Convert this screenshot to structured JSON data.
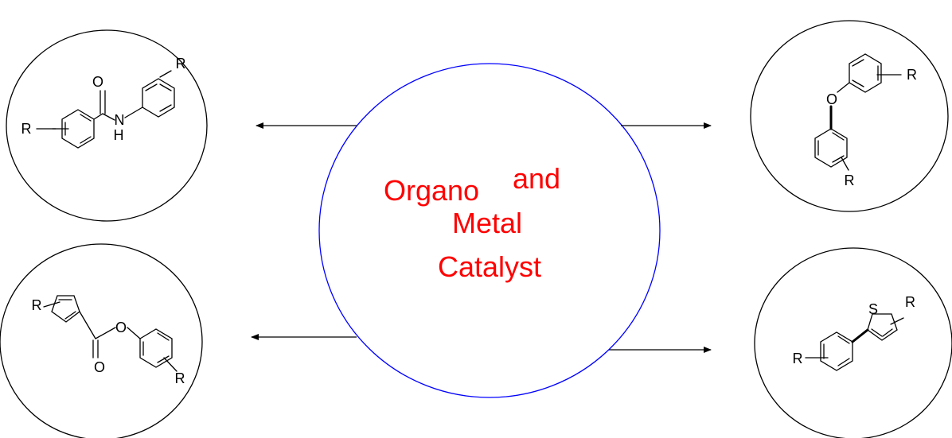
{
  "center": {
    "line1_word1": "Organo",
    "line1_word2": "and",
    "line2": "Metal",
    "line3": "Catalyst",
    "text_color": "#ff0000",
    "circle_color": "#0000ff"
  },
  "amide": {
    "o": "O",
    "n": "N",
    "h": "H",
    "r1": "R",
    "r2": "R"
  },
  "ether": {
    "o": "O",
    "r1": "R",
    "r2": "R"
  },
  "ester": {
    "o_link": "O",
    "o_carbonyl": "O",
    "r1": "R",
    "r2": "R"
  },
  "thiophene": {
    "s": "S",
    "r1": "R",
    "r2": "R"
  },
  "colors": {
    "line": "#000000",
    "background": "#ffffff"
  }
}
